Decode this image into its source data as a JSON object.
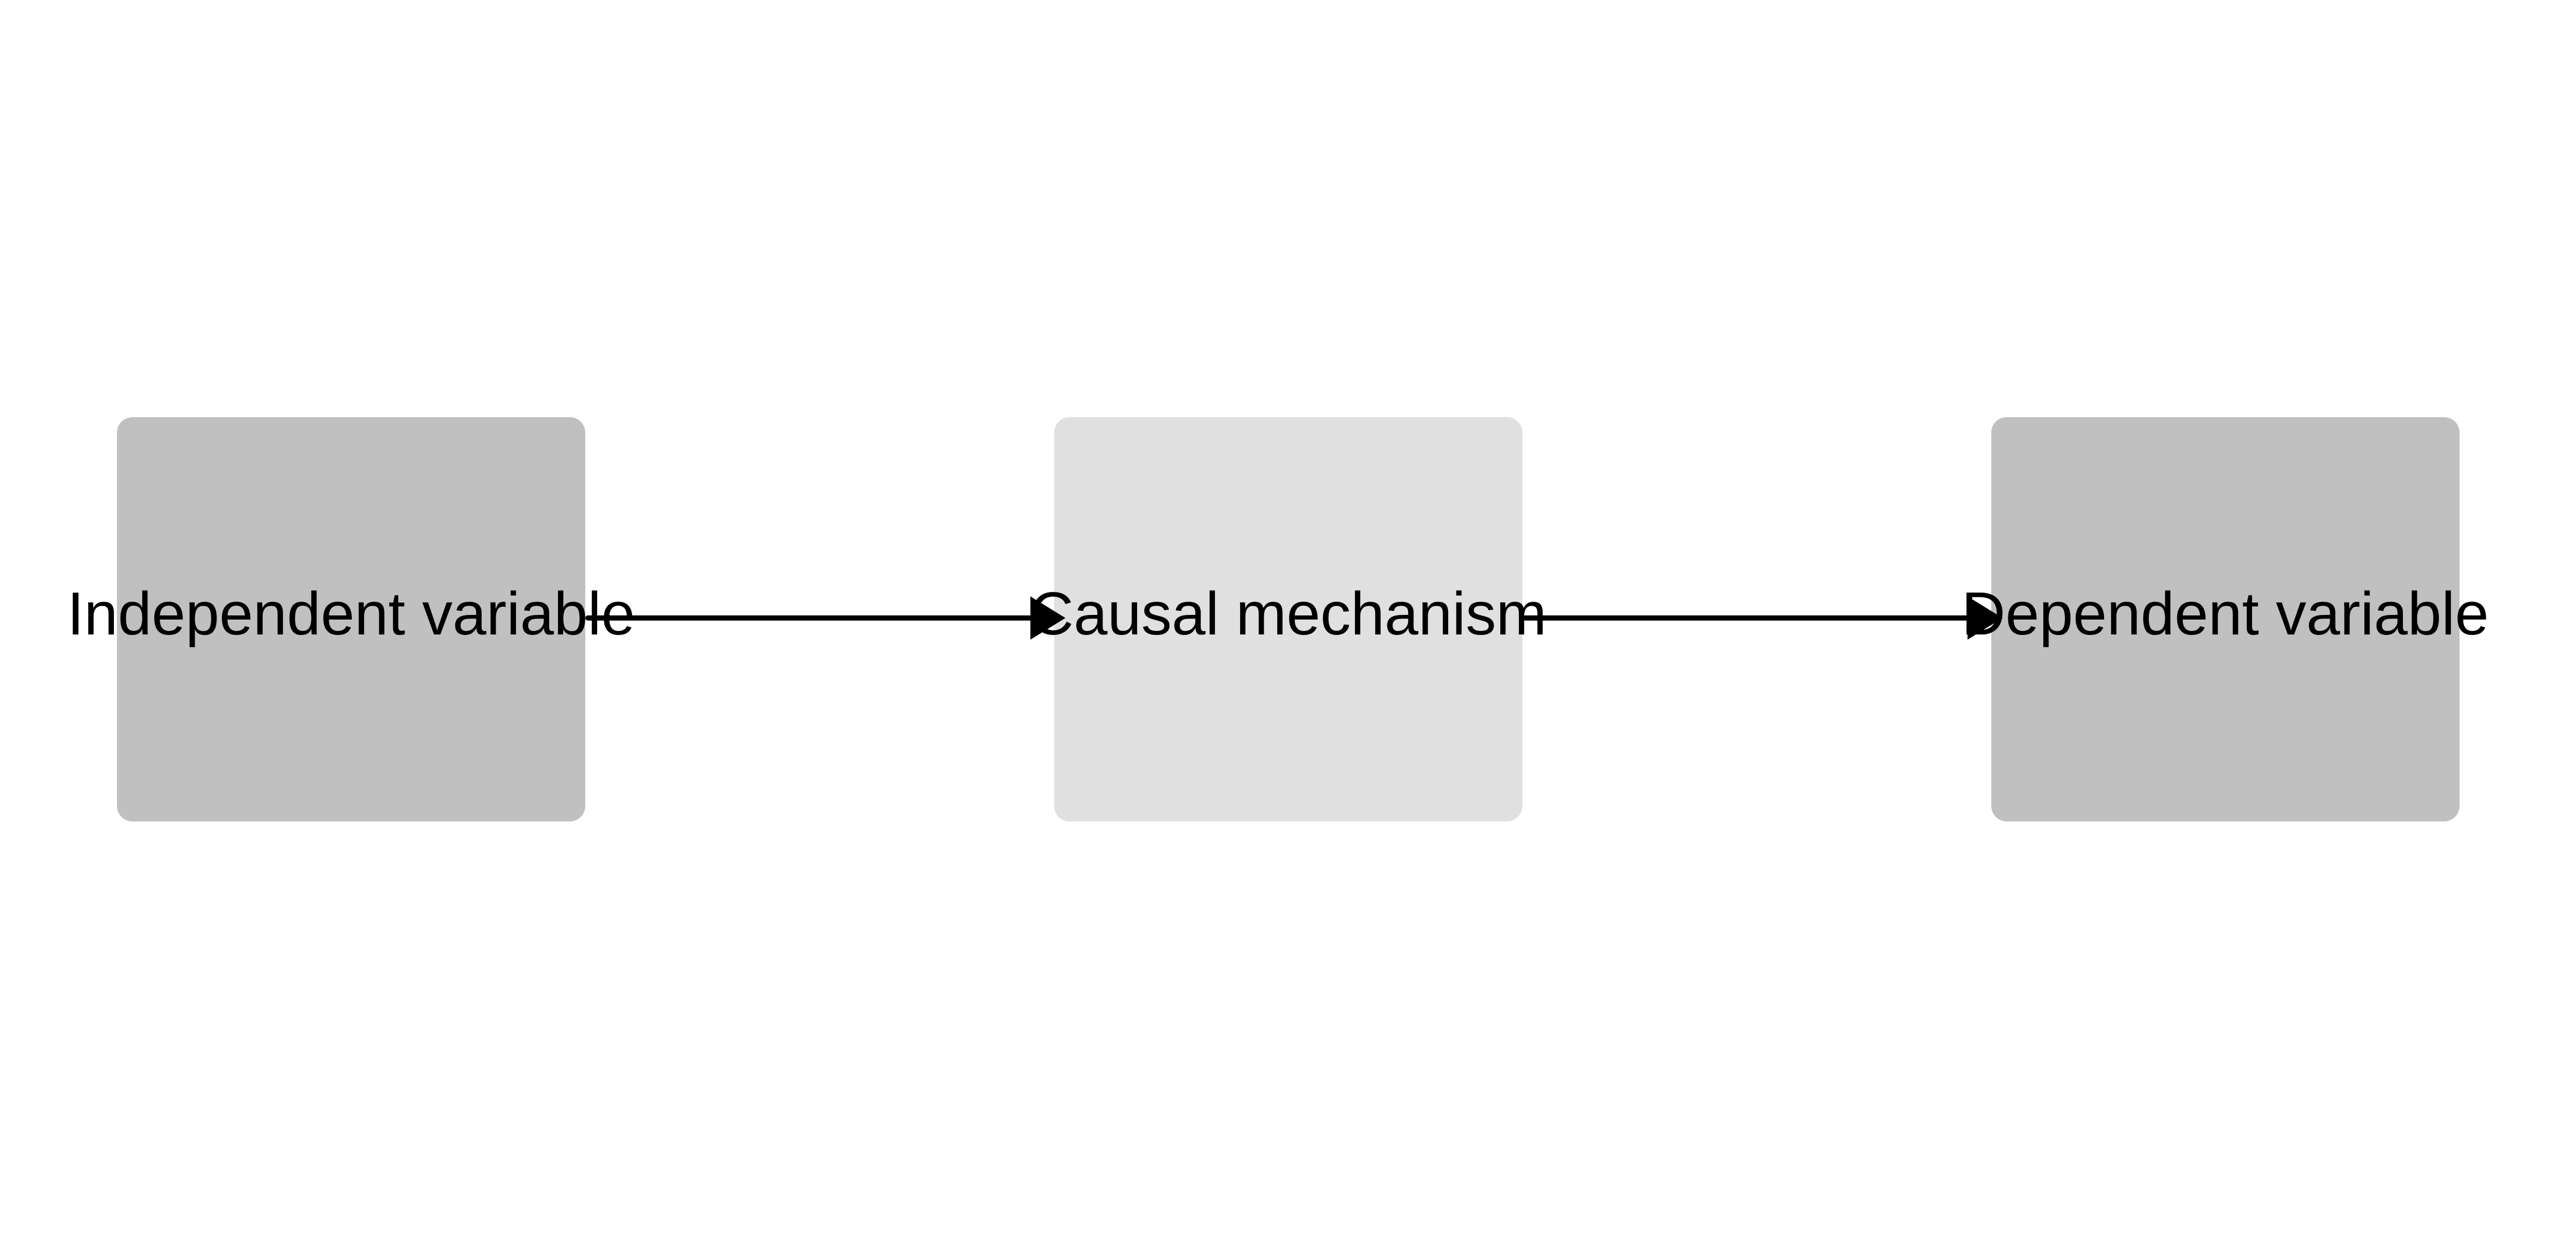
{
  "nodes": [
    {
      "label": "Independent variable",
      "color": "#c0c0c0"
    },
    {
      "label": "Causal mechanism",
      "color": "#e0e0e0"
    },
    {
      "label": "Dependent variable",
      "color": "#c0c0c0"
    }
  ],
  "edges": [
    {
      "from": "Independent variable",
      "to": "Causal mechanism"
    },
    {
      "from": "Causal mechanism",
      "to": "Dependent variable"
    }
  ],
  "colors": {
    "arrow": "#000000",
    "background": "#ffffff"
  }
}
